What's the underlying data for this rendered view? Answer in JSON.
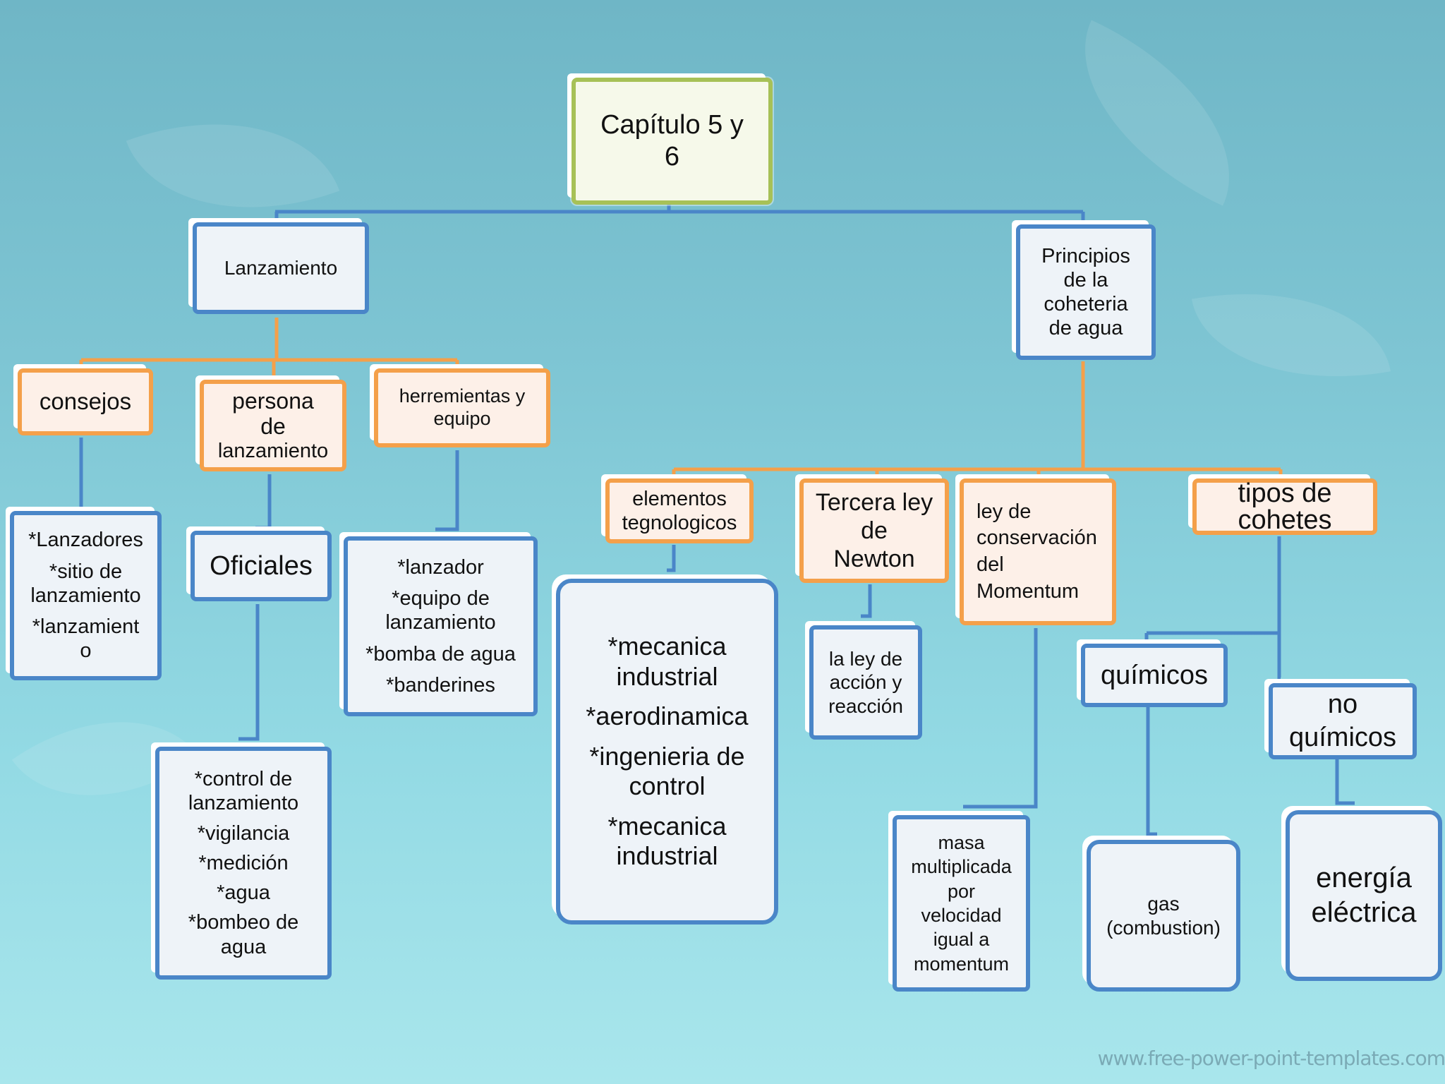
{
  "title": [
    "Capítulo 5 y",
    "6"
  ],
  "branches": {
    "lanzamiento": {
      "label": "Lanzamiento",
      "children": {
        "consejos": {
          "label": "consejos",
          "items": [
            "*Lanzadores",
            "*sitio de lanzamiento",
            "*lanzamient o"
          ]
        },
        "persona": {
          "label": [
            "persona",
            "de",
            "lanzamiento"
          ],
          "sub": "Oficiales",
          "items": [
            "*control de lanzamiento",
            "*vigilancia",
            "*medición",
            "*agua",
            "*bombeo de agua"
          ]
        },
        "herramientas": {
          "label": [
            "herremientas y",
            "equipo"
          ],
          "items": [
            "*lanzador",
            "*equipo de lanzamiento",
            "*bomba de agua",
            "*banderines"
          ]
        }
      }
    },
    "principios": {
      "label": [
        "Principios",
        "de la",
        "coheteria",
        "de agua"
      ],
      "children": {
        "elementos": {
          "label": [
            "elementos",
            "tegnologicos"
          ],
          "items": [
            "*mecanica industrial",
            "*aerodinamica",
            "*ingenieria de control",
            "*mecanica industrial"
          ]
        },
        "tercera": {
          "label": [
            "Tercera ley",
            "de",
            "Newton"
          ],
          "detail": [
            "la ley de",
            "acción y",
            "reacción"
          ]
        },
        "conservacion": {
          "label": [
            "ley de",
            "conservación",
            "del",
            "Momentum"
          ],
          "detail": [
            "masa",
            "multiplicada",
            "por",
            "velocidad",
            "igual a",
            "momentum"
          ]
        },
        "tipos": {
          "label": [
            "tipos de",
            "cohetes"
          ],
          "quimicos": {
            "label": "químicos",
            "detail": [
              "gas",
              "(combustion)"
            ]
          },
          "no_quimicos": {
            "label": [
              "no",
              "químicos"
            ],
            "detail": [
              "energía",
              "eléctrica"
            ]
          }
        }
      }
    }
  },
  "watermark": "www.free-power-point-templates.com",
  "colors": {
    "root_border": "#a7c157",
    "blue_border": "#4a86c8",
    "orange_border": "#f4a04a",
    "connector_blue": "#4a86c8",
    "connector_orange": "#f4a04a"
  }
}
